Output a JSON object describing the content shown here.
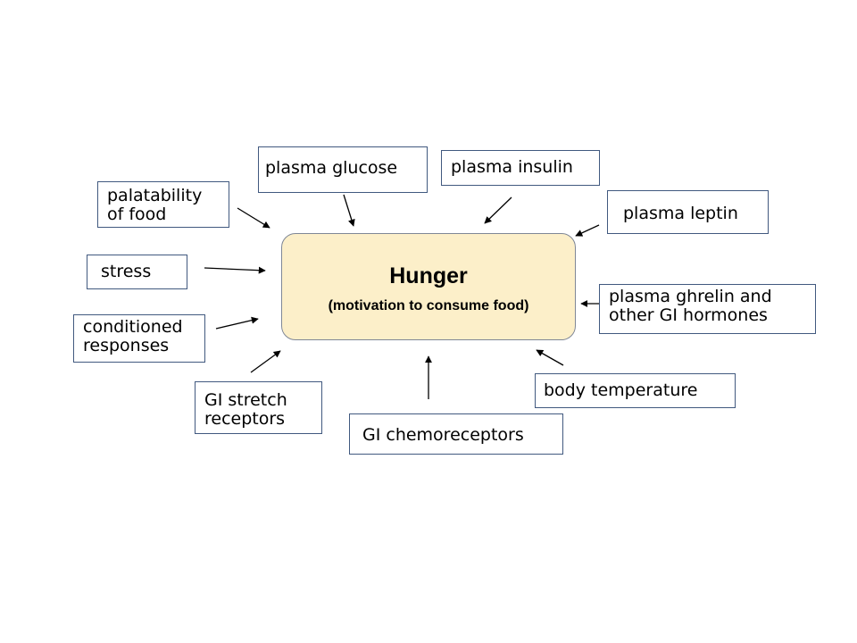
{
  "center": {
    "title": "Hunger",
    "subtitle": "(motivation to consume food)"
  },
  "factors": {
    "palatability": [
      "palatability",
      "of food"
    ],
    "stress": "stress",
    "conditioned": [
      "conditioned",
      "responses"
    ],
    "gi_stretch": [
      "GI stretch",
      "receptors"
    ],
    "plasma_glucose": "plasma glucose",
    "plasma_insulin": "plasma  insulin",
    "plasma_leptin": "plasma  leptin",
    "plasma_ghrelin": [
      "plasma  ghrelin and",
      "other GI hormones"
    ],
    "body_temperature": "body temperature",
    "gi_chemoreceptors": "GI chemoreceptors"
  },
  "colors": {
    "center_fill": "#fcefc9",
    "box_border": "#41597f",
    "arrow": "#000000"
  }
}
